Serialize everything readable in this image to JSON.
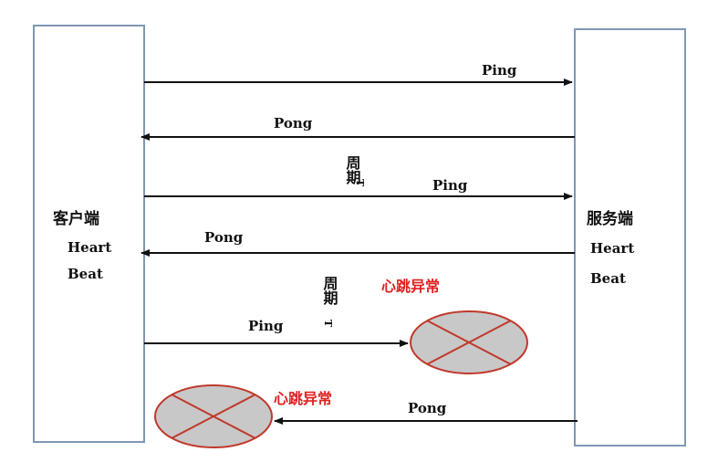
{
  "colors": {
    "box_border": "#7f97b5",
    "arrow": "#111111",
    "warning_text": "#e02020",
    "fail_fill": "#c8c8c8",
    "fail_stroke": "#c0392b"
  },
  "client": {
    "title": "客户端",
    "line1": "Heart",
    "line2": "Beat"
  },
  "server": {
    "title": "服务端",
    "line1": "Heart",
    "line2": "Beat"
  },
  "messages": {
    "ping_1": "Ping",
    "pong_1": "Pong",
    "ping_2": "Ping",
    "pong_2": "Pong",
    "ping_3": "Ping",
    "pong_3": "Pong"
  },
  "period_1": {
    "chars": "周期",
    "t": "T"
  },
  "period_2": {
    "chars": "周期",
    "t": "T"
  },
  "warnings": {
    "server_side": "心跳异常",
    "client_side": "心跳异常"
  }
}
